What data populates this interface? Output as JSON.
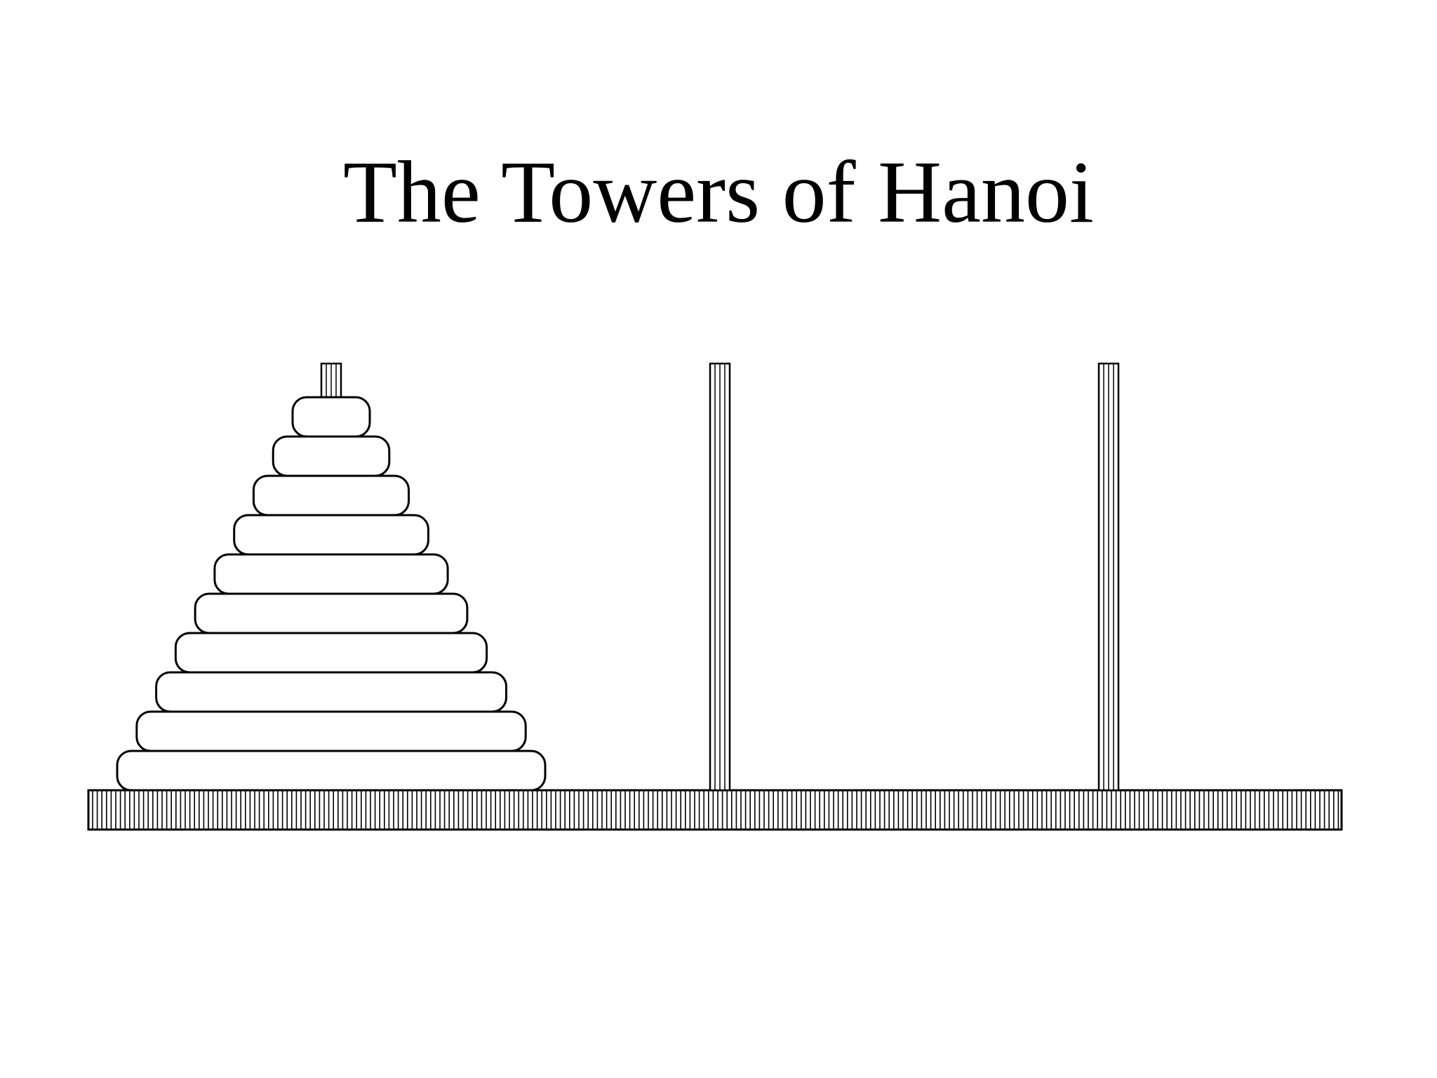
{
  "title": "The Towers of Hanoi",
  "colors": {
    "stroke": "#000000",
    "fill": "#ffffff",
    "background": "#ffffff"
  },
  "puzzle": {
    "peg_count": 3,
    "disk_count": 10,
    "disks_on_peg": [
      10,
      0,
      0
    ]
  }
}
